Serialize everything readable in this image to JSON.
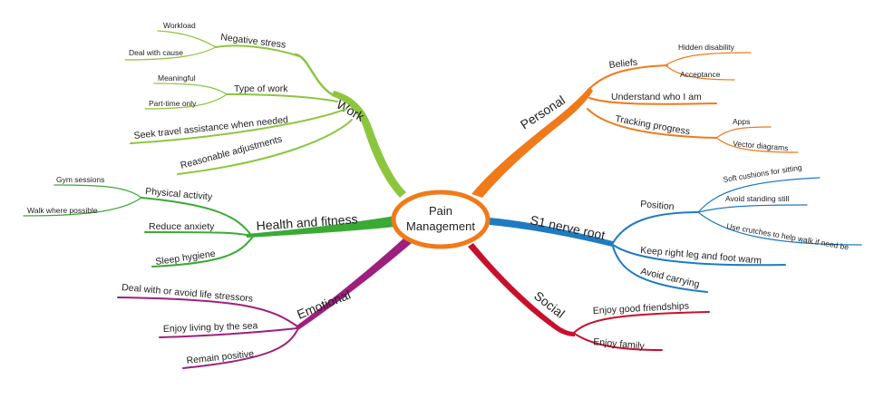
{
  "central_topic": "Pain\nManagement",
  "colors": {
    "work": "#8cc63f",
    "health": "#3aaa35",
    "emotional": "#9e1f7d",
    "social": "#c8102e",
    "s1": "#1f7bc1",
    "personal": "#f07a1a",
    "center_ring": "#f07a1a"
  },
  "branches": {
    "work": {
      "label": "Work",
      "items": {
        "negative_stress": {
          "label": "Negative stress",
          "children": {
            "workload": "Workload",
            "deal_with_cause": "Deal with cause"
          }
        },
        "type_of_work": {
          "label": "Type of work",
          "children": {
            "meaningful": "Meaningful",
            "part_time_only": "Part-time only"
          }
        },
        "travel_assistance": "Seek travel assistance when needed",
        "reasonable_adjustments": "Reasonable adjustments"
      }
    },
    "health_fitness": {
      "label": "Health and fitness",
      "items": {
        "physical_activity": {
          "label": "Physical activity",
          "children": {
            "gym_sessions": "Gym sessions",
            "walk_where_possible": "Walk where possible"
          }
        },
        "reduce_anxiety": "Reduce anxiety",
        "sleep_hygiene": "Sleep hygiene"
      }
    },
    "emotional": {
      "label": "Emotional",
      "items": {
        "stressors": "Deal with or avoid life stressors",
        "living_by_sea": "Enjoy living by the sea",
        "remain_positive": "Remain positive"
      }
    },
    "personal": {
      "label": "Personal",
      "items": {
        "beliefs": {
          "label": "Beliefs",
          "children": {
            "hidden_disability": "Hidden disability",
            "acceptance": "Acceptance"
          }
        },
        "understand": "Understand who I am",
        "tracking": {
          "label": "Tracking progress",
          "children": {
            "apps": "Apps",
            "vector_diagrams": "Vector diagrams"
          }
        }
      }
    },
    "s1_nerve_root": {
      "label": "S1 nerve root",
      "items": {
        "position": {
          "label": "Position",
          "children": {
            "soft_cushions": "Soft cushions for sitting",
            "avoid_standing": "Avoid standing still",
            "crutches": "Use crutches to help walk if need be"
          }
        },
        "keep_warm": "Keep right leg and foot warm",
        "avoid_carrying": "Avoid carrying"
      }
    },
    "social": {
      "label": "Social",
      "items": {
        "friendships": "Enjoy good friendships",
        "family": "Enjoy family"
      }
    }
  }
}
